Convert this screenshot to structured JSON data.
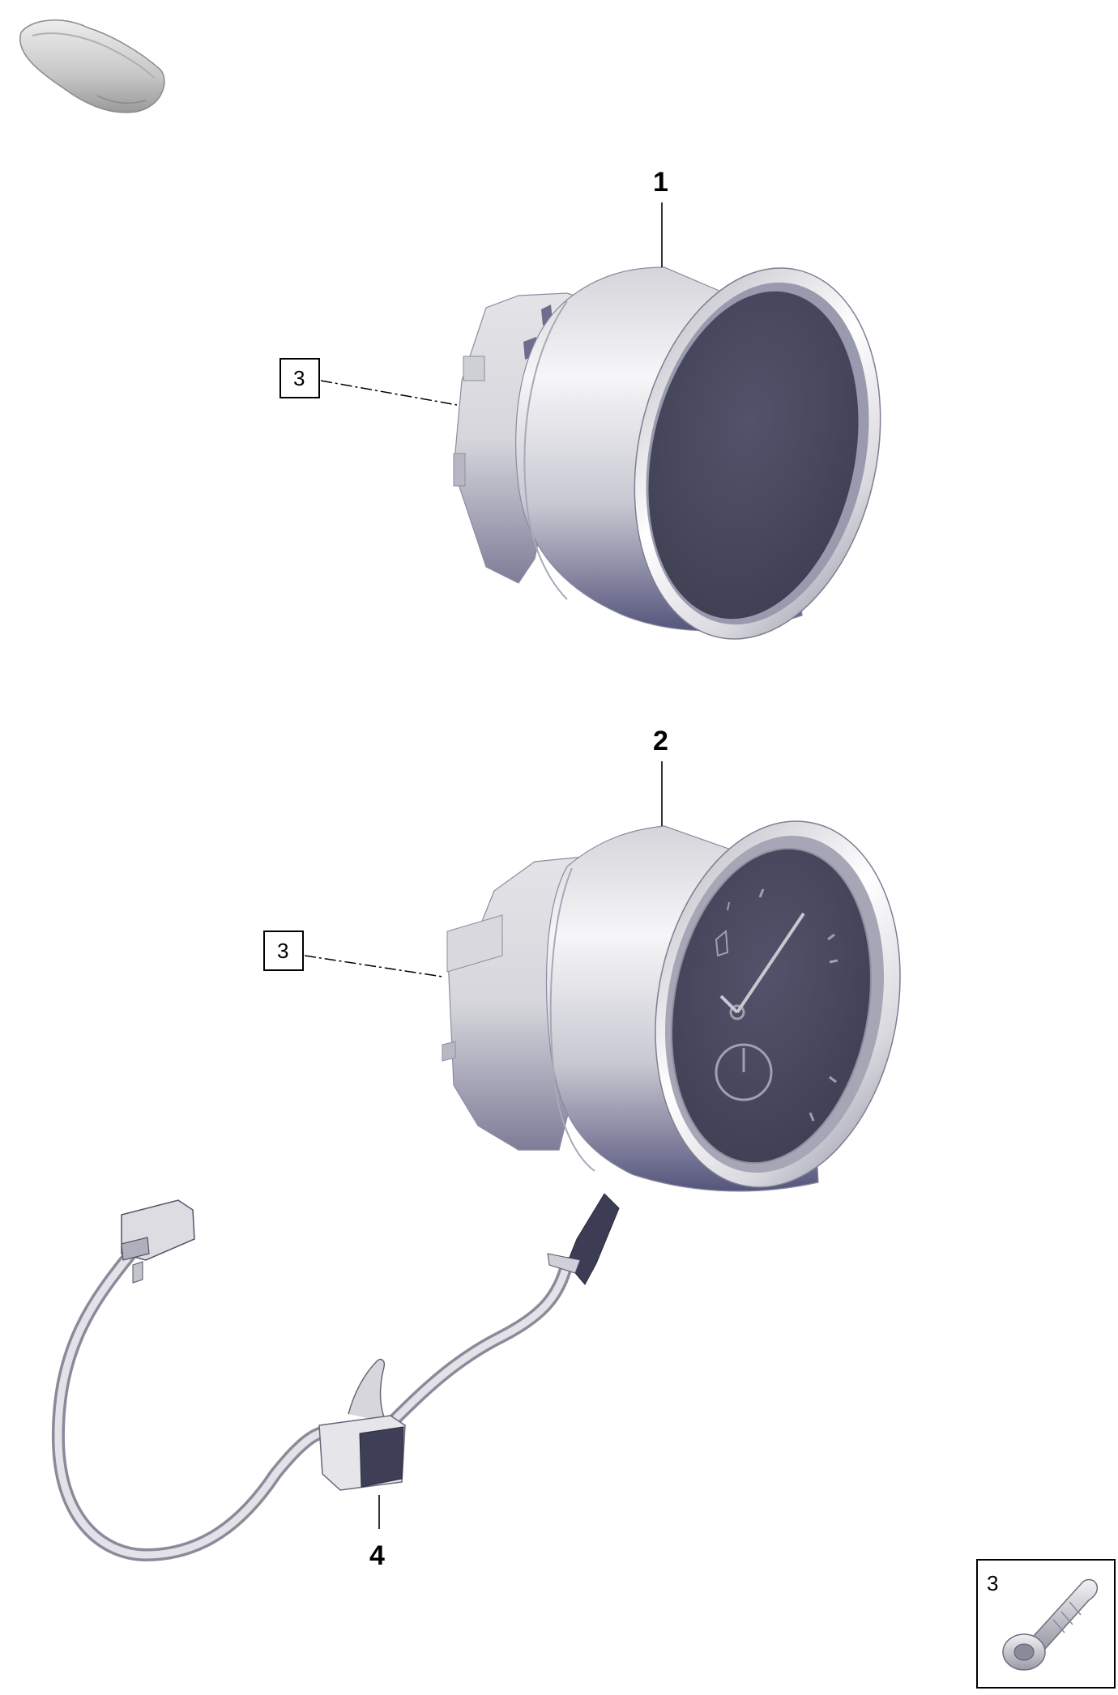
{
  "callouts": {
    "part1": "1",
    "part2": "2",
    "part3_ref_a": "3",
    "part3_ref_b": "3",
    "part4": "4"
  },
  "legend": {
    "number": "3"
  },
  "colors": {
    "body_light": "#f4f4f6",
    "body_mid": "#c4c4cc",
    "body_dark": "#5c5c80",
    "face": "#4a4a5e",
    "connector": "#3c3c54"
  }
}
